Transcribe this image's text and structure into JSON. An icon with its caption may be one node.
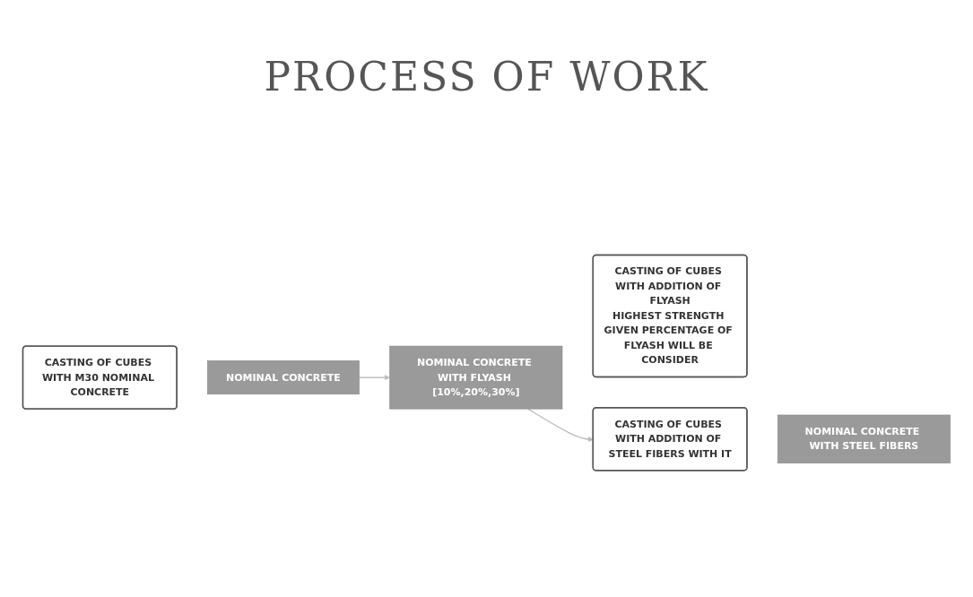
{
  "diagram": {
    "title": "PROCESS OF WORK",
    "nodes": [
      {
        "text": [
          "CASTING OF CUBES WITH M30 NOMINAL CONCRETE"
        ]
      },
      {
        "text": [
          "NOMINAL CONCRETE"
        ]
      },
      {
        "text": [
          "NOMINAL CONCRETE WITH FLYASH [10%,20%,30%]"
        ]
      },
      {
        "text": [
          "CASTING OF CUBES WITH ADDITION OF FLYASH",
          "HIGHEST STRENGTH GIVEN PERCENTAGE OF FLYASH WILL BE CONSIDER"
        ]
      },
      {
        "text": [
          "CASTING OF CUBES WITH ADDITION OF STEEL FIBERS WITH IT"
        ]
      },
      {
        "text": [
          "NOMINAL CONCRETE WITH STEEL FIBERS"
        ]
      }
    ],
    "edges": [
      {
        "from": 1,
        "to": 2,
        "arrow": "to"
      },
      {
        "from": 2,
        "to": 4,
        "arrow": "to"
      }
    ]
  }
}
